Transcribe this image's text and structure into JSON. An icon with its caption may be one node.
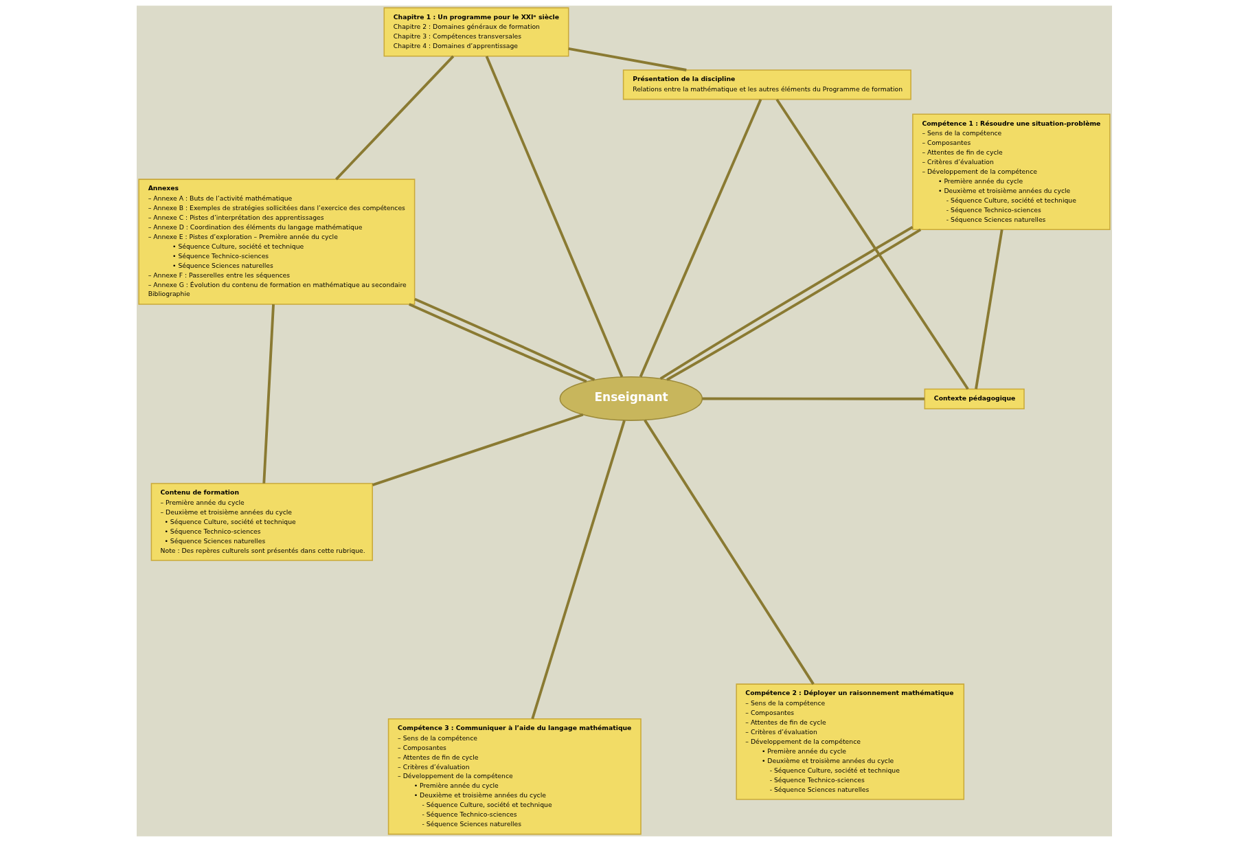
{
  "diagram": {
    "nodes": [
      {
        "text": [
          "Chapitre 1 : Un programme pour le XXIᵉ siècle",
          "Chapitre 2 : Domaines généraux de formation",
          "Chapitre 3 : Compétences transversales",
          "Chapitre 4 : Domaines d’apprentissage"
        ]
      },
      {
        "text": [
          "Présentation de la discipline",
          "Relations entre la mathématique et les autres éléments du Programme de formation"
        ]
      },
      {
        "text": [
          "Contexte pédagogique"
        ]
      },
      {
        "text": [
          "Annexes",
          "– Annexe A : Buts de l’activité mathématique",
          "– Annexe B : Exemples de stratégies sollicitées dans l’exercice des compétences",
          "– Annexe C : Pistes d’interprétation des apprentissages",
          "– Annexe D : Coordination des éléments du langage mathématique",
          "– Annexe E : Pistes d’exploration – Première année du cycle",
          "• Séquence Culture, société et technique",
          "• Séquence Technico-sciences",
          "• Séquence Sciences naturelles",
          "– Annexe F : Passerelles entre les séquences",
          "– Annexe G : Évolution du contenu de formation en mathématique au secondaire",
          "Bibliographie"
        ]
      },
      {
        "text": [
          "Enseignant"
        ]
      },
      {
        "text": [
          "Compétence 1 : Résoudre une situation-problème",
          "– Sens de la compétence",
          "– Composantes",
          "– Attentes de fin de cycle",
          "– Critères d’évaluation",
          "– Développement de la compétence",
          "• Première année du cycle",
          "• Deuxième et troisième années du cycle",
          "- Séquence Culture, société et technique",
          "- Séquence Technico-sciences",
          "- Séquence Sciences naturelles"
        ]
      },
      {
        "text": [
          "Contenu de formation",
          "– Première année du cycle",
          "– Deuxième et troisième années du cycle",
          "• Séquence Culture, société et technique",
          "• Séquence Technico-sciences",
          "• Séquence Sciences naturelles",
          "Note : Des repères culturels sont présentés dans cette rubrique."
        ]
      },
      {
        "text": [
          "Compétence 2 : Déployer un raisonnement mathématique",
          "– Sens de la compétence",
          "– Composantes",
          "– Attentes de fin de cycle",
          "– Critères d’évaluation",
          "– Développement de la compétence",
          "• Première année du cycle",
          "• Deuxième et troisième années du cycle",
          "- Séquence Culture, société et technique",
          "- Séquence Technico-sciences",
          "- Séquence Sciences naturelles"
        ]
      },
      {
        "text": [
          "Compétence 3 : Communiquer à l’aide du langage mathématique",
          "– Sens de la compétence",
          "– Composantes",
          "– Attentes de fin de cycle",
          "– Critères d’évaluation",
          "– Développement de la compétence",
          "• Première année du cycle",
          "• Deuxième et troisième années du cycle",
          "- Séquence Culture, société et technique",
          "- Séquence Technico-sciences",
          "- Séquence Sciences naturelles"
        ]
      }
    ],
    "edges": [
      {
        "from": 0,
        "to": 1,
        "arrow": "none"
      },
      {
        "from": 0,
        "to": 3,
        "arrow": "none"
      },
      {
        "from": 1,
        "to": 2,
        "arrow": "none"
      },
      {
        "from": 2,
        "to": 5,
        "arrow": "none"
      },
      {
        "from": 3,
        "to": 6,
        "arrow": "none"
      },
      {
        "from": 4,
        "to": 0,
        "arrow": "none"
      },
      {
        "from": 4,
        "to": 1,
        "arrow": "none"
      },
      {
        "from": 4,
        "to": 2,
        "arrow": "none"
      },
      {
        "from": 4,
        "to": 5,
        "arrow": "none"
      },
      {
        "from": 4,
        "to": 5,
        "arrow": "none"
      },
      {
        "from": 4,
        "to": 7,
        "arrow": "none"
      },
      {
        "from": 4,
        "to": 8,
        "arrow": "none"
      },
      {
        "from": 4,
        "to": 6,
        "arrow": "none"
      },
      {
        "from": 4,
        "to": 3,
        "arrow": "none"
      },
      {
        "from": 4,
        "to": 3,
        "arrow": "none"
      }
    ]
  }
}
